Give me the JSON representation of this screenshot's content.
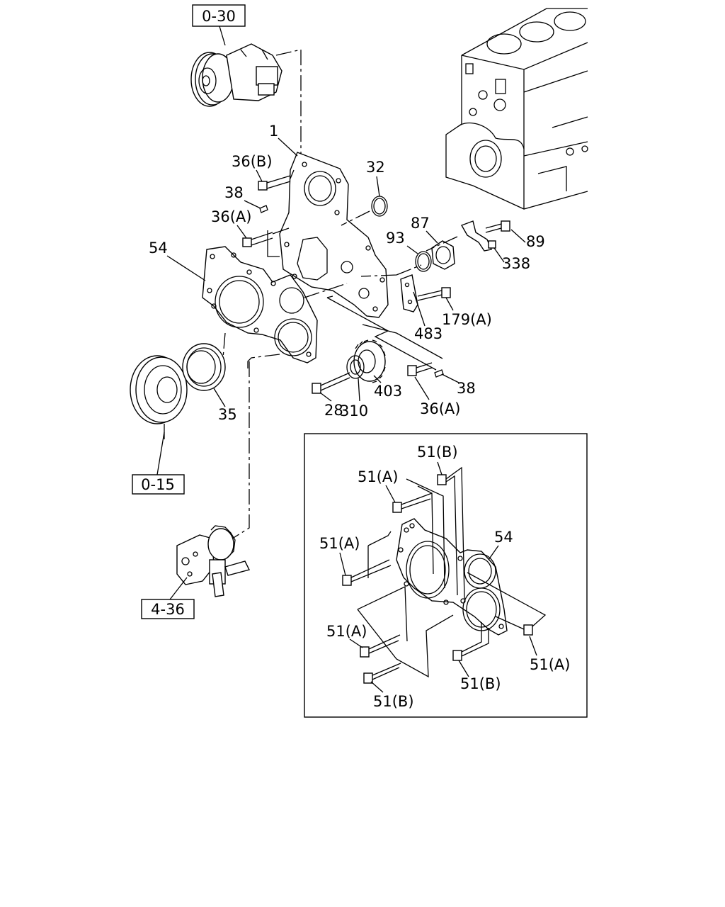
{
  "references": {
    "r_030": "0-30",
    "r_015": "0-15",
    "r_436": "4-36"
  },
  "labels": {
    "l_1": "1",
    "l_36B": "36(B)",
    "l_38a": "38",
    "l_36Aa": "36(A)",
    "l_32": "32",
    "l_54": "54",
    "l_93": "93",
    "l_87": "87",
    "l_89": "89",
    "l_338": "338",
    "l_179A": "179(A)",
    "l_483": "483",
    "l_403": "403",
    "l_38b": "38",
    "l_28": "28",
    "l_310": "310",
    "l_36Ab": "36(A)",
    "l_35": "35"
  },
  "inset": {
    "l_51B_1": "51(B)",
    "l_51A_1": "51(A)",
    "l_51A_2": "51(A)",
    "l_54": "54",
    "l_51A_3": "51(A)",
    "l_51A_4": "51(A)",
    "l_51B_2": "51(B)",
    "l_51B_3": "51(B)"
  }
}
